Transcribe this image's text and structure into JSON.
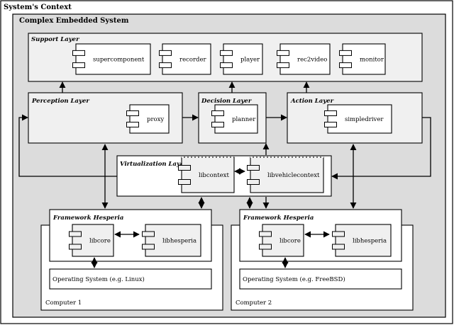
{
  "context_title": "System's Context",
  "system_title": "Complex Embedded System",
  "support_layer": {
    "title": "Support Layer",
    "components": [
      "supercomponent",
      "recorder",
      "player",
      "rec2video",
      "monitor"
    ]
  },
  "perception_layer": {
    "title": "Perception Layer",
    "component": "proxy"
  },
  "decision_layer": {
    "title": "Decision Layer",
    "component": "planner"
  },
  "action_layer": {
    "title": "Action Layer",
    "component": "simpledriver"
  },
  "virtualization_layer": {
    "title": "Virtualization Layer",
    "components": [
      "libcontext",
      "libvehiclecontext"
    ]
  },
  "computer1": {
    "label": "Computer 1",
    "framework_title": "Framework Hesperia",
    "components": [
      "libcore",
      "libhesperia"
    ],
    "os": "Operating System (e.g. Linux)"
  },
  "computer2": {
    "label": "Computer 2",
    "framework_title": "Framework Hesperia",
    "components": [
      "libcore",
      "libhesperia"
    ],
    "os": "Operating System (e.g. FreeBSD)"
  },
  "colors": {
    "background": "#ffffff",
    "system_fill": "#dcdcdc",
    "layer_fill": "#f0f0f0",
    "box_fill": "#ffffff",
    "stroke": "#000000"
  }
}
